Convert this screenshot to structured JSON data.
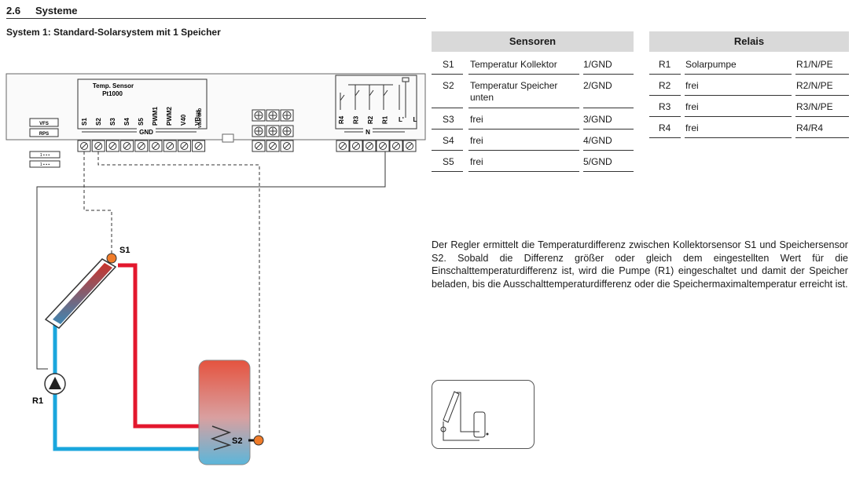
{
  "section": {
    "number": "2.6",
    "title": "Systeme"
  },
  "subtitle": "System 1: Standard-Solarsystem mit 1 Speicher",
  "controller": {
    "temp_sensor_title": "Temp. Sensor",
    "temp_sensor_type": "Pt1000",
    "left_buttons": [
      "VFS",
      "RPS"
    ],
    "sensor_terminals": [
      "S1",
      "S2",
      "S3",
      "S4",
      "S5",
      "PWM1",
      "PWM2",
      "V40",
      "VBus"
    ],
    "vbus_gnd": "VBus GND",
    "gnd_label": "GND",
    "relay_terminals": [
      "R4",
      "R3",
      "R2",
      "R1",
      "L'",
      "L"
    ],
    "n_label": "N"
  },
  "diagram_labels": {
    "s1": "S1",
    "s2": "S2",
    "r1": "R1"
  },
  "sensors_table": {
    "header": "Sensoren",
    "rows": [
      {
        "id": "S1",
        "desc": "Temperatur Kollektor",
        "terminal": "1/GND"
      },
      {
        "id": "S2",
        "desc": "Temperatur Speicher unten",
        "terminal": "2/GND"
      },
      {
        "id": "S3",
        "desc": "frei",
        "terminal": "3/GND"
      },
      {
        "id": "S4",
        "desc": "frei",
        "terminal": "4/GND"
      },
      {
        "id": "S5",
        "desc": "frei",
        "terminal": "5/GND"
      }
    ]
  },
  "relais_table": {
    "header": "Relais",
    "rows": [
      {
        "id": "R1",
        "desc": "Solarpumpe",
        "terminal": "R1/N/PE"
      },
      {
        "id": "R2",
        "desc": "frei",
        "terminal": "R2/N/PE"
      },
      {
        "id": "R3",
        "desc": "frei",
        "terminal": "R3/N/PE"
      },
      {
        "id": "R4",
        "desc": "frei",
        "terminal": "R4/R4"
      }
    ]
  },
  "description": "Der Regler ermittelt die Temperaturdifferenz zwischen Kollektorsensor S1 und Speichersensor S2. Sobald die Differenz größer oder gleich dem eingestellten Wert für die Einschalttemperaturdifferenz ist, wird die Pumpe (R1) eingeschaltet und damit der Speicher beladen, bis die Ausschalttemperaturdifferenz oder die Speichermaximaltemperatur erreicht ist.",
  "colors": {
    "hot_pipe": "#e3172d",
    "cold_pipe": "#1aa6dd",
    "sensor": "#f07c2a",
    "header_bg": "#d9d9d9"
  },
  "icons": [
    "pump-icon",
    "collector-icon",
    "storage-tank-icon",
    "sensor-icon",
    "screw-terminal-icon",
    "ground-terminal-icon"
  ]
}
